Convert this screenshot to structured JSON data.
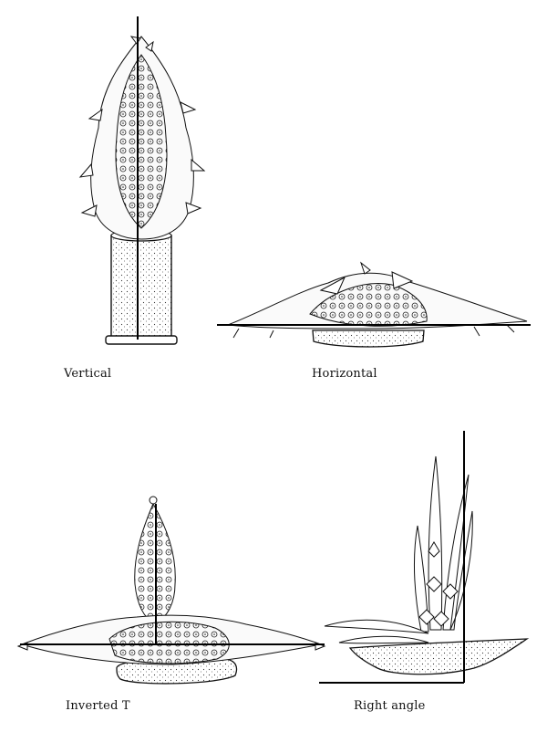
{
  "captions": {
    "vertical": "Vertical",
    "horizontal": "Horizontal",
    "inverted_t": "Inverted T",
    "right_angle": "Right angle"
  },
  "colors": {
    "ink": "#111111",
    "paper": "#ffffff",
    "foliage": "#f2f2f2"
  }
}
